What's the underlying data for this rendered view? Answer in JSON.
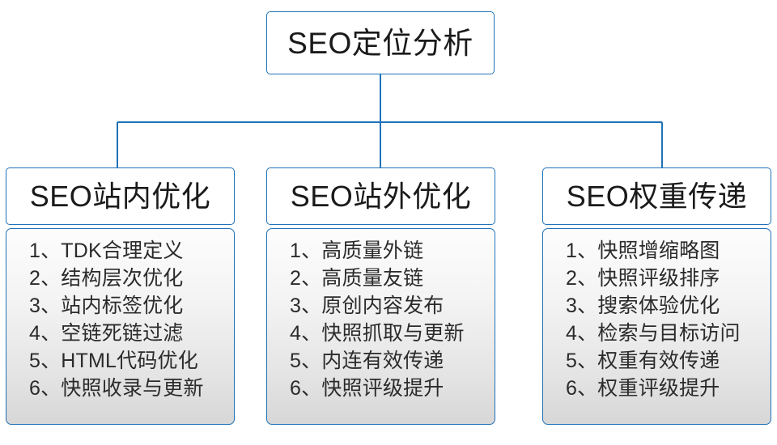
{
  "diagram": {
    "type": "org-chart",
    "root": {
      "title": "SEO定位分析"
    },
    "branches": [
      {
        "title": "SEO站内优化",
        "items": [
          "1、TDK合理定义",
          "2、结构层次优化",
          "3、站内标签优化",
          "4、空链死链过滤",
          "5、HTML代码优化",
          "6、快照收录与更新"
        ]
      },
      {
        "title": "SEO站外优化",
        "items": [
          "1、高质量外链",
          "2、高质量友链",
          "3、原创内容发布",
          "4、快照抓取与更新",
          "5、内连有效传递",
          "6、快照评级提升"
        ]
      },
      {
        "title": "SEO权重传递",
        "items": [
          "1、快照增缩略图",
          "2、快照评级排序",
          "3、搜索体验优化",
          "4、检索与目标访问",
          "5、权重有效传递",
          "6、权重评级提升"
        ]
      }
    ],
    "colors": {
      "border_blue": "#2072b8",
      "connector_blue": "#1f72b8",
      "text_dark": "#1a1a1a",
      "item_text": "#2b2b2b",
      "box_fill": "#ffffff",
      "body_fill_top": "#fdfdfd",
      "body_fill_bottom": "#d7d7d7",
      "background": "#ffffff"
    }
  }
}
